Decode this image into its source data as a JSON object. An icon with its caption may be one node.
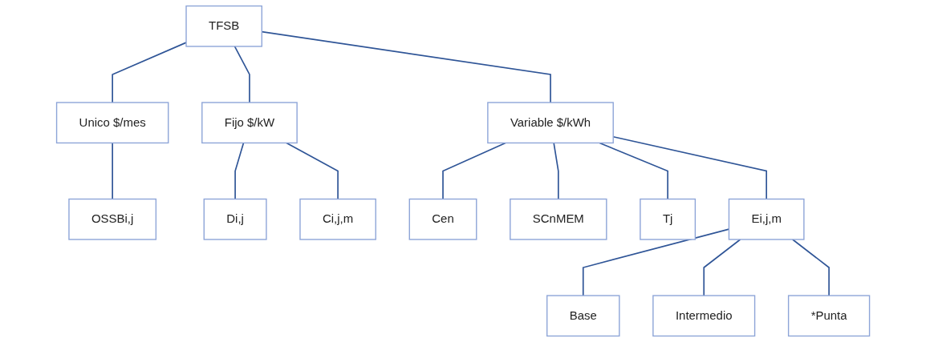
{
  "diagram": {
    "nodes": [
      {
        "text": [
          "TFSB"
        ]
      },
      {
        "text": [
          "Unico $/mes"
        ]
      },
      {
        "text": [
          "Fijo $/kW"
        ]
      },
      {
        "text": [
          "Variable $/kWh"
        ]
      },
      {
        "text": [
          "OSSBi,j"
        ]
      },
      {
        "text": [
          "Di,j"
        ]
      },
      {
        "text": [
          "Ci,j,m"
        ]
      },
      {
        "text": [
          "Cen"
        ]
      },
      {
        "text": [
          "SCnMEM"
        ]
      },
      {
        "text": [
          "Tj"
        ]
      },
      {
        "text": [
          "Ei,j,m"
        ]
      },
      {
        "text": [
          "Base"
        ]
      },
      {
        "text": [
          "Intermedio"
        ]
      },
      {
        "text": [
          "*Punta"
        ]
      }
    ],
    "edges": [
      {
        "from": 0,
        "to": 1,
        "arrow": "none"
      },
      {
        "from": 0,
        "to": 2,
        "arrow": "none"
      },
      {
        "from": 0,
        "to": 3,
        "arrow": "none"
      },
      {
        "from": 1,
        "to": 4,
        "arrow": "none"
      },
      {
        "from": 2,
        "to": 5,
        "arrow": "none"
      },
      {
        "from": 2,
        "to": 6,
        "arrow": "none"
      },
      {
        "from": 3,
        "to": 7,
        "arrow": "none"
      },
      {
        "from": 3,
        "to": 8,
        "arrow": "none"
      },
      {
        "from": 3,
        "to": 9,
        "arrow": "none"
      },
      {
        "from": 3,
        "to": 10,
        "arrow": "none"
      },
      {
        "from": 10,
        "to": 11,
        "arrow": "none"
      },
      {
        "from": 10,
        "to": 12,
        "arrow": "none"
      },
      {
        "from": 10,
        "to": 13,
        "arrow": "none"
      }
    ]
  }
}
